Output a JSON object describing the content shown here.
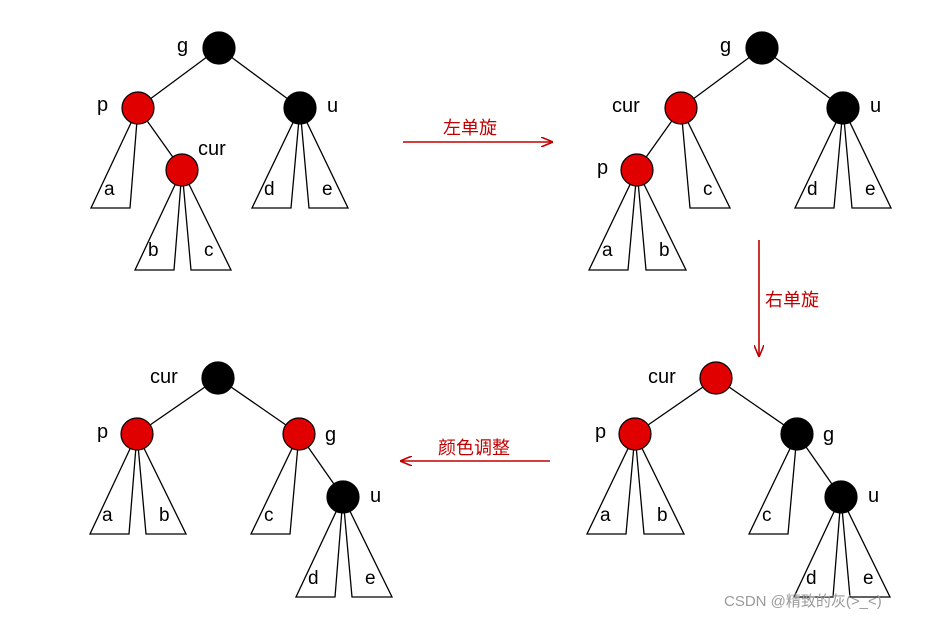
{
  "colors": {
    "red": "#e00000",
    "black": "#000000",
    "arrow": "#c00000",
    "line": "#000000"
  },
  "operations": {
    "rotate_left": "左单旋",
    "rotate_right": "右单旋",
    "recolor": "颜色调整"
  },
  "panels": [
    {
      "id": "initial",
      "nodes": [
        {
          "id": "g",
          "label": "g",
          "color": "black"
        },
        {
          "id": "p",
          "label": "p",
          "color": "red"
        },
        {
          "id": "u",
          "label": "u",
          "color": "black"
        },
        {
          "id": "cur",
          "label": "cur",
          "color": "red"
        }
      ],
      "leaves": [
        "a",
        "b",
        "c",
        "d",
        "e"
      ]
    },
    {
      "id": "after-left-rotation",
      "nodes": [
        {
          "id": "g",
          "label": "g",
          "color": "black"
        },
        {
          "id": "cur",
          "label": "cur",
          "color": "red"
        },
        {
          "id": "u",
          "label": "u",
          "color": "black"
        },
        {
          "id": "p",
          "label": "p",
          "color": "red"
        }
      ],
      "leaves": [
        "a",
        "b",
        "c",
        "d",
        "e"
      ]
    },
    {
      "id": "after-right-rotation",
      "nodes": [
        {
          "id": "cur",
          "label": "cur",
          "color": "red"
        },
        {
          "id": "p",
          "label": "p",
          "color": "red"
        },
        {
          "id": "g",
          "label": "g",
          "color": "black"
        },
        {
          "id": "u",
          "label": "u",
          "color": "black"
        }
      ],
      "leaves": [
        "a",
        "b",
        "c",
        "d",
        "e"
      ]
    },
    {
      "id": "after-recolor",
      "nodes": [
        {
          "id": "cur",
          "label": "cur",
          "color": "black"
        },
        {
          "id": "p",
          "label": "p",
          "color": "red"
        },
        {
          "id": "g",
          "label": "g",
          "color": "red"
        },
        {
          "id": "u",
          "label": "u",
          "color": "black"
        }
      ],
      "leaves": [
        "a",
        "b",
        "c",
        "d",
        "e"
      ]
    }
  ],
  "watermark": "CSDN @精致的灰(>_<)"
}
